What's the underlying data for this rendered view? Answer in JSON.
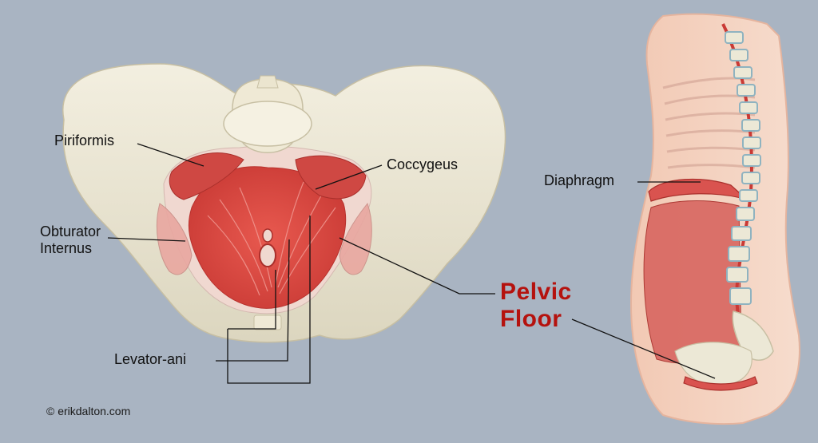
{
  "labels": {
    "piriformis": "Piriformis",
    "coccygeus": "Coccygeus",
    "obturator_line1": "Obturator",
    "obturator_line2": "Internus",
    "levator_ani": "Levator-ani",
    "diaphragm": "Diaphragm",
    "pelvic_line1": "Pelvic",
    "pelvic_line2": "Floor"
  },
  "credit": "© erikdalton.com",
  "colors": {
    "background": "#a9b4c2",
    "bone": "#ece8d6",
    "muscle": "#d9534f",
    "pelvic_floor_label": "#b5120e"
  }
}
